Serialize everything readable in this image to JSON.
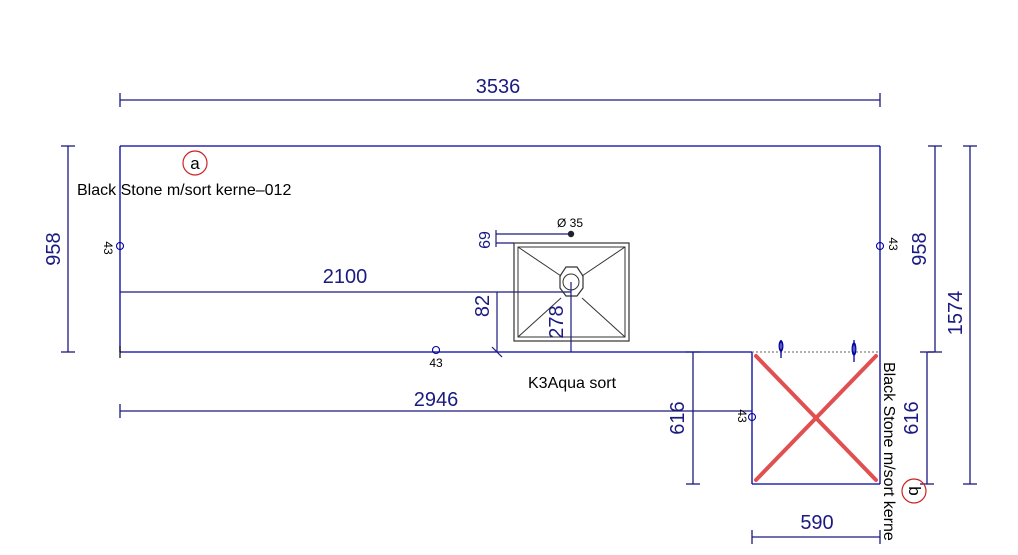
{
  "colors": {
    "outline": "#0000a0",
    "dimension": "#1a1a80",
    "sink": "#333333",
    "marker": "#cc2222",
    "cross": "#e05050"
  },
  "labels": {
    "top_material": "Black Stone m/sort kerne–012",
    "side_material": "Black Stone m/sort kerne",
    "sink_model": "K3Aqua sort",
    "hole_diameter": "Ø 35",
    "marker_a": "a",
    "marker_b": "b"
  },
  "dimensions": {
    "top_length": "3536",
    "left_depth": "958",
    "right_depth": "958",
    "overall_right": "1574",
    "sink_center": "2100",
    "lower_length": "2946",
    "return_depth_inner": "616",
    "return_depth_outer": "616",
    "return_width": "590",
    "sink_offset_82": "82",
    "sink_offset_278": "278",
    "hole_offset_69": "69",
    "edge_43_left": "43",
    "edge_43_right": "43",
    "edge_43_front": "43",
    "edge_43_return": "43"
  }
}
